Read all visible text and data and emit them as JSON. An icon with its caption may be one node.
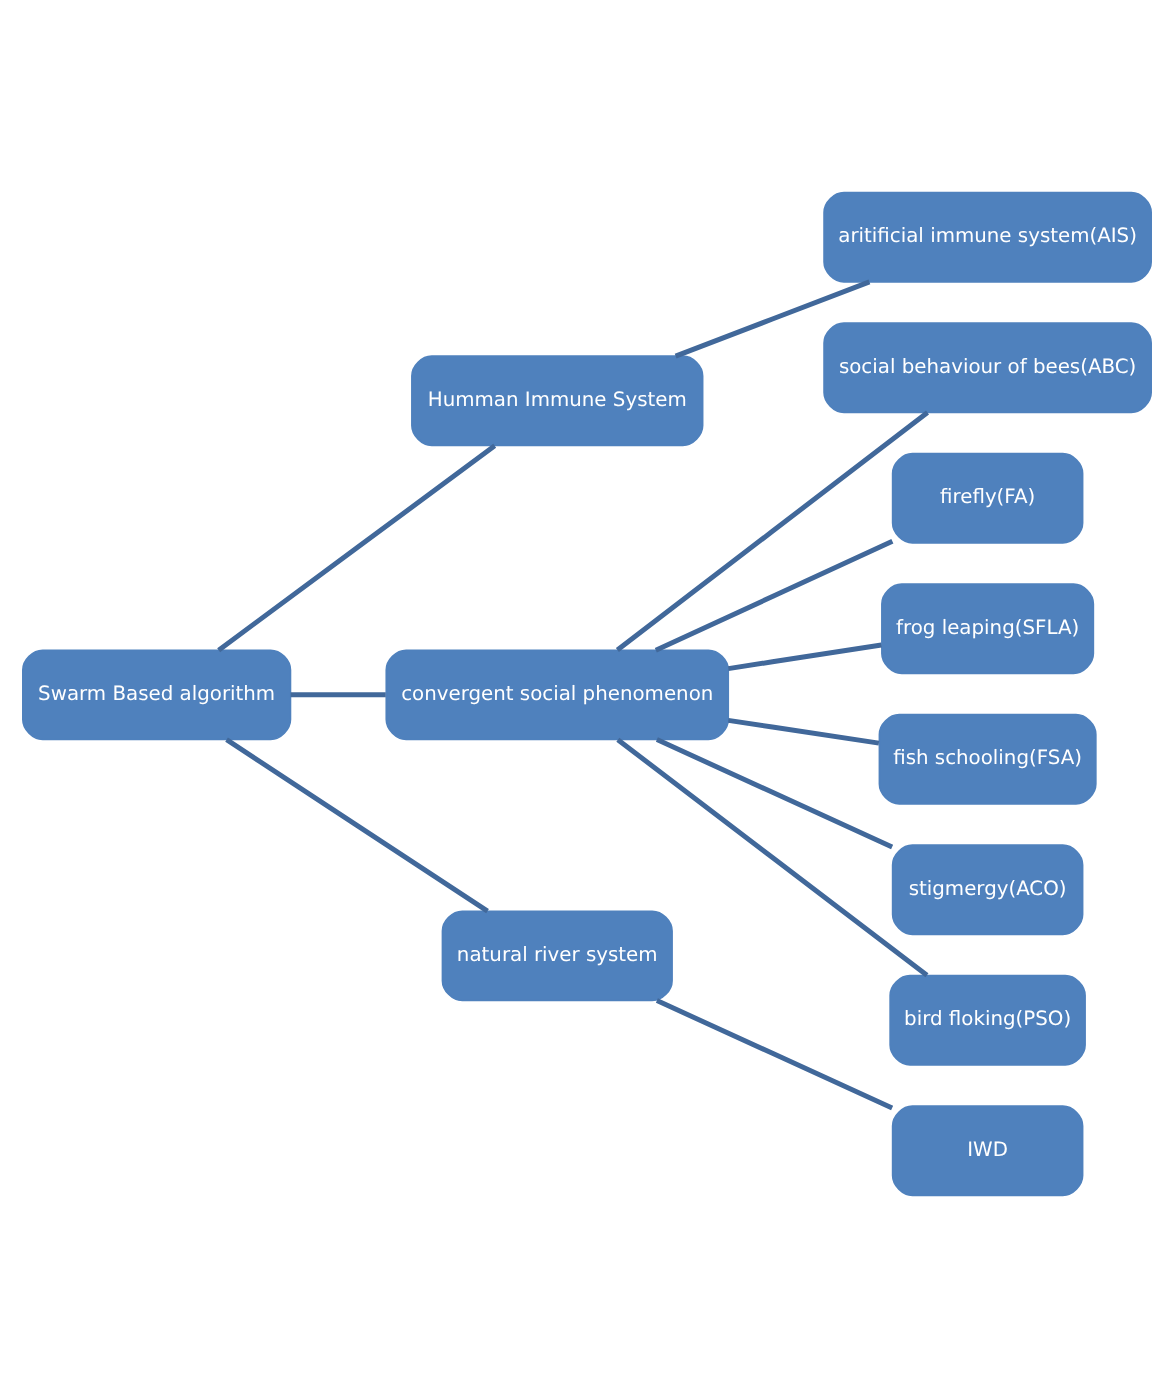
{
  "diagram": {
    "nodes": [
      {
        "text": [
          "Swarm Based algorithm"
        ]
      },
      {
        "text": [
          "Humman Immune System"
        ]
      },
      {
        "text": [
          "convergent social phenomenon"
        ]
      },
      {
        "text": [
          "natural river system"
        ]
      },
      {
        "text": [
          "aritificial immune system(AIS)"
        ]
      },
      {
        "text": [
          "social behaviour of bees(ABC)"
        ]
      },
      {
        "text": [
          "firefly(FA)"
        ]
      },
      {
        "text": [
          "frog leaping(SFLA)"
        ]
      },
      {
        "text": [
          "fish schooling(FSA)"
        ]
      },
      {
        "text": [
          "stigmergy(ACO)"
        ]
      },
      {
        "text": [
          "bird floking(PSO)"
        ]
      },
      {
        "text": [
          "IWD"
        ]
      }
    ],
    "edges": [
      {
        "from": 0,
        "to": 1,
        "arrow": "none"
      },
      {
        "from": 0,
        "to": 2,
        "arrow": "none"
      },
      {
        "from": 0,
        "to": 3,
        "arrow": "none"
      },
      {
        "from": 1,
        "to": 4,
        "arrow": "none"
      },
      {
        "from": 2,
        "to": 5,
        "arrow": "none"
      },
      {
        "from": 2,
        "to": 6,
        "arrow": "none"
      },
      {
        "from": 2,
        "to": 7,
        "arrow": "none"
      },
      {
        "from": 2,
        "to": 8,
        "arrow": "none"
      },
      {
        "from": 2,
        "to": 9,
        "arrow": "none"
      },
      {
        "from": 2,
        "to": 10,
        "arrow": "none"
      },
      {
        "from": 3,
        "to": 11,
        "arrow": "none"
      }
    ]
  }
}
